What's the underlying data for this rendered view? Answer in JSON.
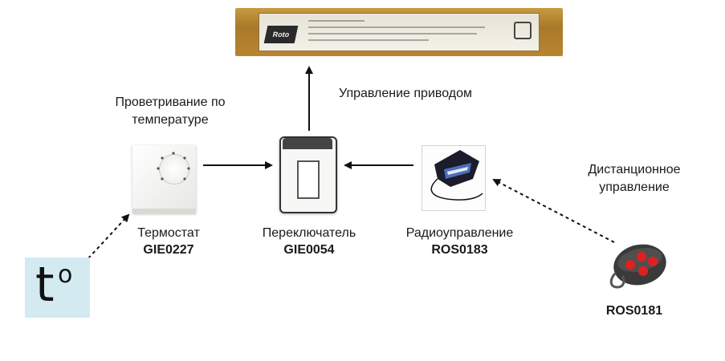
{
  "drive": {
    "label": "Roto"
  },
  "top_label": "Управление приводом",
  "ventilation_label_line1": "Проветривание по",
  "ventilation_label_line2": "температуре",
  "remote_label_line1": "Дистанционное",
  "remote_label_line2": "управление",
  "temperature_symbol": {
    "letter": "t",
    "degree": "o"
  },
  "devices": {
    "thermostat": {
      "name": "Термостат",
      "code": "GIE0227"
    },
    "switch": {
      "name": "Переключатель",
      "code": "GIE0054"
    },
    "radio": {
      "name": "Радиоуправление",
      "code": "ROS0183"
    },
    "remote": {
      "code": "ROS0181"
    }
  },
  "colors": {
    "drive_wood": "#b9852f",
    "tbox_bg": "#d3eaf1",
    "remote_buttons": "#e02020",
    "remote_body": "#3a3a3a",
    "arrow": "#111111"
  }
}
